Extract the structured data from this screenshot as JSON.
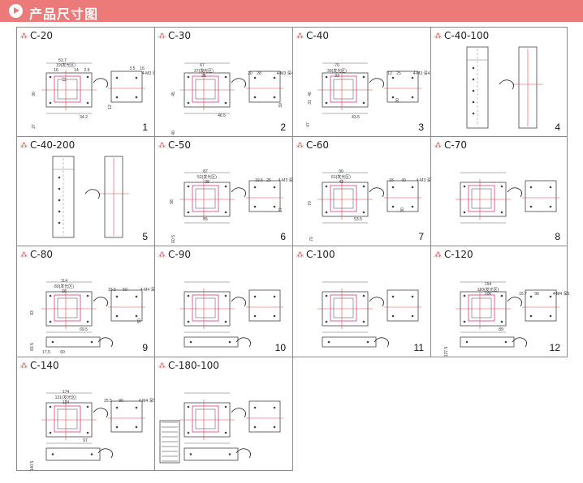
{
  "header": {
    "title": "产品尺寸图"
  },
  "colors": {
    "header_bg": "#ec7a78",
    "accent_line": "#e0484a",
    "frame": "#d33a8a"
  },
  "cells": [
    {
      "model": "C-20",
      "num": "1",
      "dims": [
        "53.7",
        "19(发光区)",
        "16",
        "14",
        "2.5",
        "3.5",
        "16",
        "4-M3 深4",
        "30",
        "34.2",
        "27",
        "12",
        "17"
      ]
    },
    {
      "model": "C-30",
      "num": "2",
      "dims": [
        "67",
        "37(发光区)",
        "26",
        "20",
        "28",
        "4-M3 深4",
        "45",
        "46.5",
        "30",
        "40"
      ]
    },
    {
      "model": "C-40",
      "num": "3",
      "dims": [
        "70",
        "39(发光区)",
        "33",
        "12",
        "25",
        "4-M3 深4",
        "46",
        "31",
        "43.5",
        "30",
        "47"
      ]
    },
    {
      "model": "C-40-100",
      "num": "4",
      "dims": []
    },
    {
      "model": "C-40-200",
      "num": "5",
      "dims": []
    },
    {
      "model": "C-50",
      "num": "6",
      "dims": [
        "87",
        "52(发光区)",
        "38",
        "19.5",
        "25",
        "4-M3 深4",
        "58",
        "55",
        "27",
        "60.5"
      ]
    },
    {
      "model": "C-60",
      "num": "7",
      "dims": [
        "90",
        "61(发光区)",
        "43",
        "15",
        "40",
        "4-M3 深4",
        "70",
        "53.5",
        "30",
        "70"
      ]
    },
    {
      "model": "C-70",
      "num": "8",
      "dims": []
    },
    {
      "model": "C-80",
      "num": "9",
      "dims": [
        "114",
        "80(发光区)",
        "66",
        "15.5",
        "50",
        "4-M4 深5",
        "93",
        "69.5",
        "50",
        "83.5",
        "60",
        "17.5"
      ]
    },
    {
      "model": "C-90",
      "num": "10",
      "dims": []
    },
    {
      "model": "C-100",
      "num": "11",
      "dims": []
    },
    {
      "model": "C-120",
      "num": "12",
      "dims": [
        "154",
        "120(发光区)",
        "106",
        "15.7",
        "90",
        "4-M4 深5",
        "89",
        "127.5"
      ]
    },
    {
      "model": "C-140",
      "num": "",
      "dims": [
        "174",
        "131(发光区)",
        "124",
        "25.5",
        "90",
        "4-M4 深5",
        "97",
        "140.5"
      ]
    },
    {
      "model": "C-180-100",
      "num": "",
      "dims": []
    }
  ]
}
